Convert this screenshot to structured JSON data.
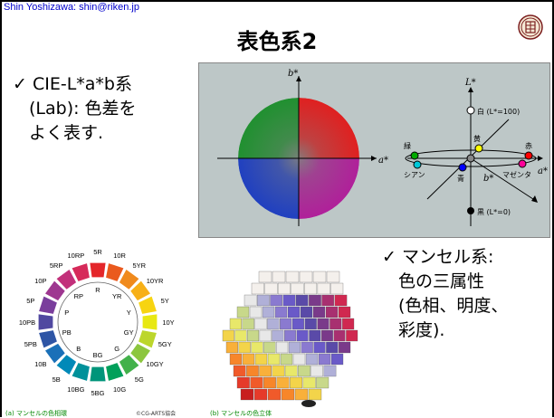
{
  "header": {
    "author": "Shin Yoshizawa: shin@riken.jp"
  },
  "slide": {
    "title": "表色系2"
  },
  "bullets": {
    "lab": {
      "mark": "✓",
      "lines": [
        "CIE-L*a*b系",
        "(Lab): 色差を",
        "よく表す."
      ]
    },
    "munsell": {
      "mark": "✓",
      "lines": [
        "マンセル系:",
        "色の三属性",
        "(色相、明度、",
        "彩度)."
      ]
    }
  },
  "lab_diagram": {
    "left_axes": {
      "b": "b*",
      "a": "a*"
    },
    "right_axes": {
      "L": "L*",
      "a": "a*",
      "b": "b*"
    },
    "labels": {
      "white": "白 (L*=100)",
      "black": "黒 (L*=0)",
      "yellow": "黄",
      "green": "緑",
      "red": "赤",
      "cyan": "シアン",
      "blue": "青",
      "magenta": "マゼンタ"
    },
    "colors": {
      "white": "#ffffff",
      "black": "#000000",
      "yellow": "#ffff00",
      "green": "#00aa00",
      "red": "#ff0000",
      "cyan": "#00c8d8",
      "blue": "#0000ff",
      "magenta": "#ff0099",
      "gray": "#888888",
      "panel": "#bdc7c7"
    }
  },
  "hue_circle": {
    "outer_labels": [
      "5R",
      "10R",
      "5YR",
      "10YR",
      "5Y",
      "10Y",
      "5GY",
      "10GY",
      "5G",
      "10G",
      "5BG",
      "10BG",
      "5B",
      "10B",
      "5PB",
      "10PB",
      "5P",
      "10P",
      "5RP",
      "10RP"
    ],
    "inner_labels": [
      "R",
      "YR",
      "Y",
      "GY",
      "G",
      "BG",
      "B",
      "PB",
      "P",
      "RP"
    ],
    "colors": [
      "#e4262a",
      "#ea5a1e",
      "#f08a1c",
      "#f7b017",
      "#f7d411",
      "#e8e812",
      "#bcd62c",
      "#8cc63e",
      "#42b14a",
      "#00a05a",
      "#00957a",
      "#00919a",
      "#0089b8",
      "#1a70b8",
      "#2e55a5",
      "#5048a0",
      "#7a3e9c",
      "#9e3790",
      "#c2307a",
      "#d62a5a"
    ]
  },
  "captions": {
    "left": "(a) マンセルの色相環",
    "copyright": "©CG-ARTS協会",
    "right": "(b) マンセルの色立体"
  }
}
